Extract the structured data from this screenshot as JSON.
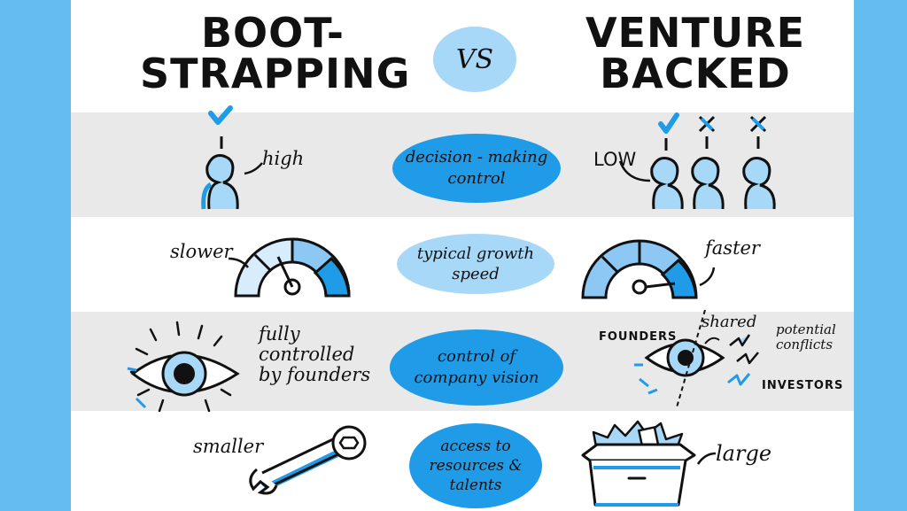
{
  "header": {
    "left_title": [
      "BOOT-",
      "STRAPPING"
    ],
    "vs": "VS",
    "right_title": [
      "VENTURE",
      "BACKED"
    ]
  },
  "rows": [
    {
      "topic": [
        "decision - making",
        "control"
      ],
      "left_label": "high",
      "right_label": "LOW",
      "icons": [
        "person-icon",
        "check-icon",
        "cross-icon"
      ]
    },
    {
      "topic": [
        "typical growth",
        "speed"
      ],
      "left_label": "slower",
      "right_label": "faster",
      "icons": [
        "gauge-icon"
      ]
    },
    {
      "topic": [
        "control of",
        "company vision"
      ],
      "left_label": [
        "fully",
        "controlled",
        "by founders"
      ],
      "right_labels": {
        "founders": "FOUNDERS",
        "shared": "shared",
        "conflicts": [
          "potential",
          "conflicts"
        ],
        "investors": "INVESTORS"
      },
      "icons": [
        "eye-icon",
        "lightning-icon"
      ]
    },
    {
      "topic": [
        "access to",
        "resources &",
        "talents"
      ],
      "left_label": "smaller",
      "right_label": "large",
      "icons": [
        "wrench-icon",
        "box-of-tools-icon"
      ]
    }
  ],
  "colors": {
    "frame": "#64bcef",
    "band": "#e9e9ea",
    "blob": "#1f9be8",
    "blob_light": "#a8d8f7",
    "ink": "#111111"
  }
}
